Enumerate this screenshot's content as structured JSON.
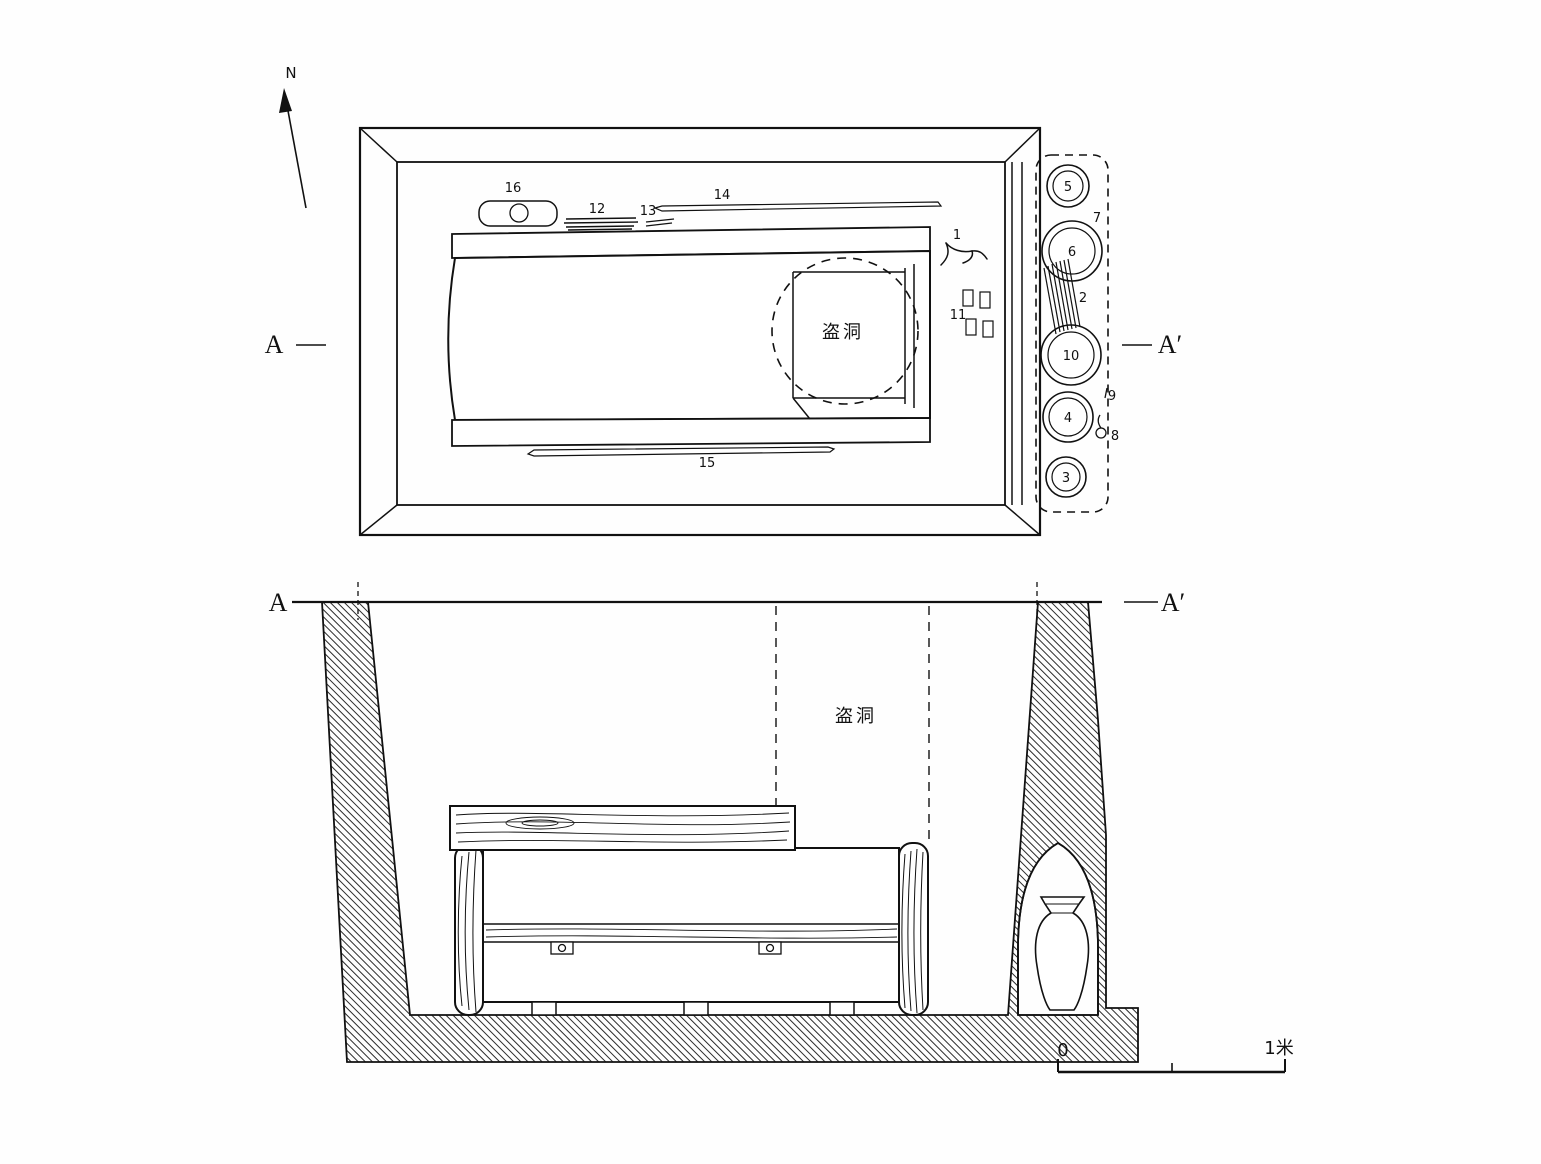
{
  "figure": {
    "compass_north": "N",
    "scale_zero": "0",
    "scale_one_meter": "1米"
  },
  "plan": {
    "marker_left": "A",
    "marker_right": "A′",
    "robber_hole": "盗洞",
    "artifacts": {
      "n1": "1",
      "n2": "2",
      "n3": "3",
      "n4": "4",
      "n5": "5",
      "n6": "6",
      "n7": "7",
      "n8": "8",
      "n9": "9",
      "n10": "10",
      "n11": "11",
      "n12": "12",
      "n13": "13",
      "n14": "14",
      "n15": "15",
      "n16": "16"
    }
  },
  "section": {
    "marker_left": "A",
    "marker_right": "A′",
    "robber_hole": "盗洞"
  }
}
